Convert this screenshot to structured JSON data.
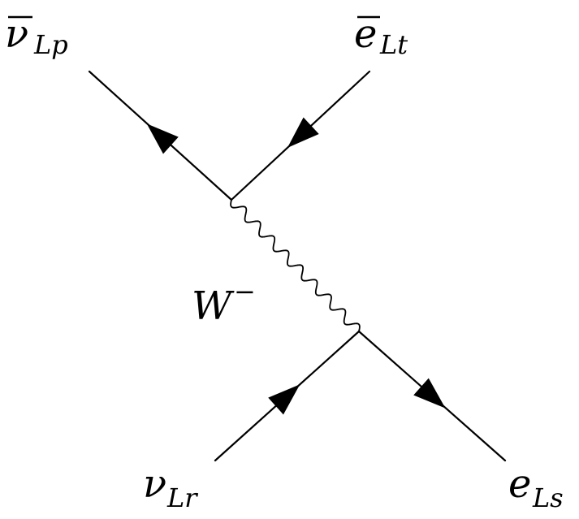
{
  "diagram": {
    "type": "feynman-diagram",
    "particles": {
      "top_left": {
        "symbol": "ν",
        "subscript": "Lp",
        "overline": true,
        "arrow": "outgoing"
      },
      "top_right": {
        "symbol": "e",
        "subscript": "Lt",
        "overline": true,
        "arrow": "incoming"
      },
      "bottom_left": {
        "symbol": "ν",
        "subscript": "Lr",
        "overline": false,
        "arrow": "incoming"
      },
      "bottom_right": {
        "symbol": "e",
        "subscript": "Ls",
        "overline": false,
        "arrow": "outgoing"
      }
    },
    "propagator": {
      "kind": "wavy",
      "symbol": "W",
      "superscript": "−"
    }
  }
}
